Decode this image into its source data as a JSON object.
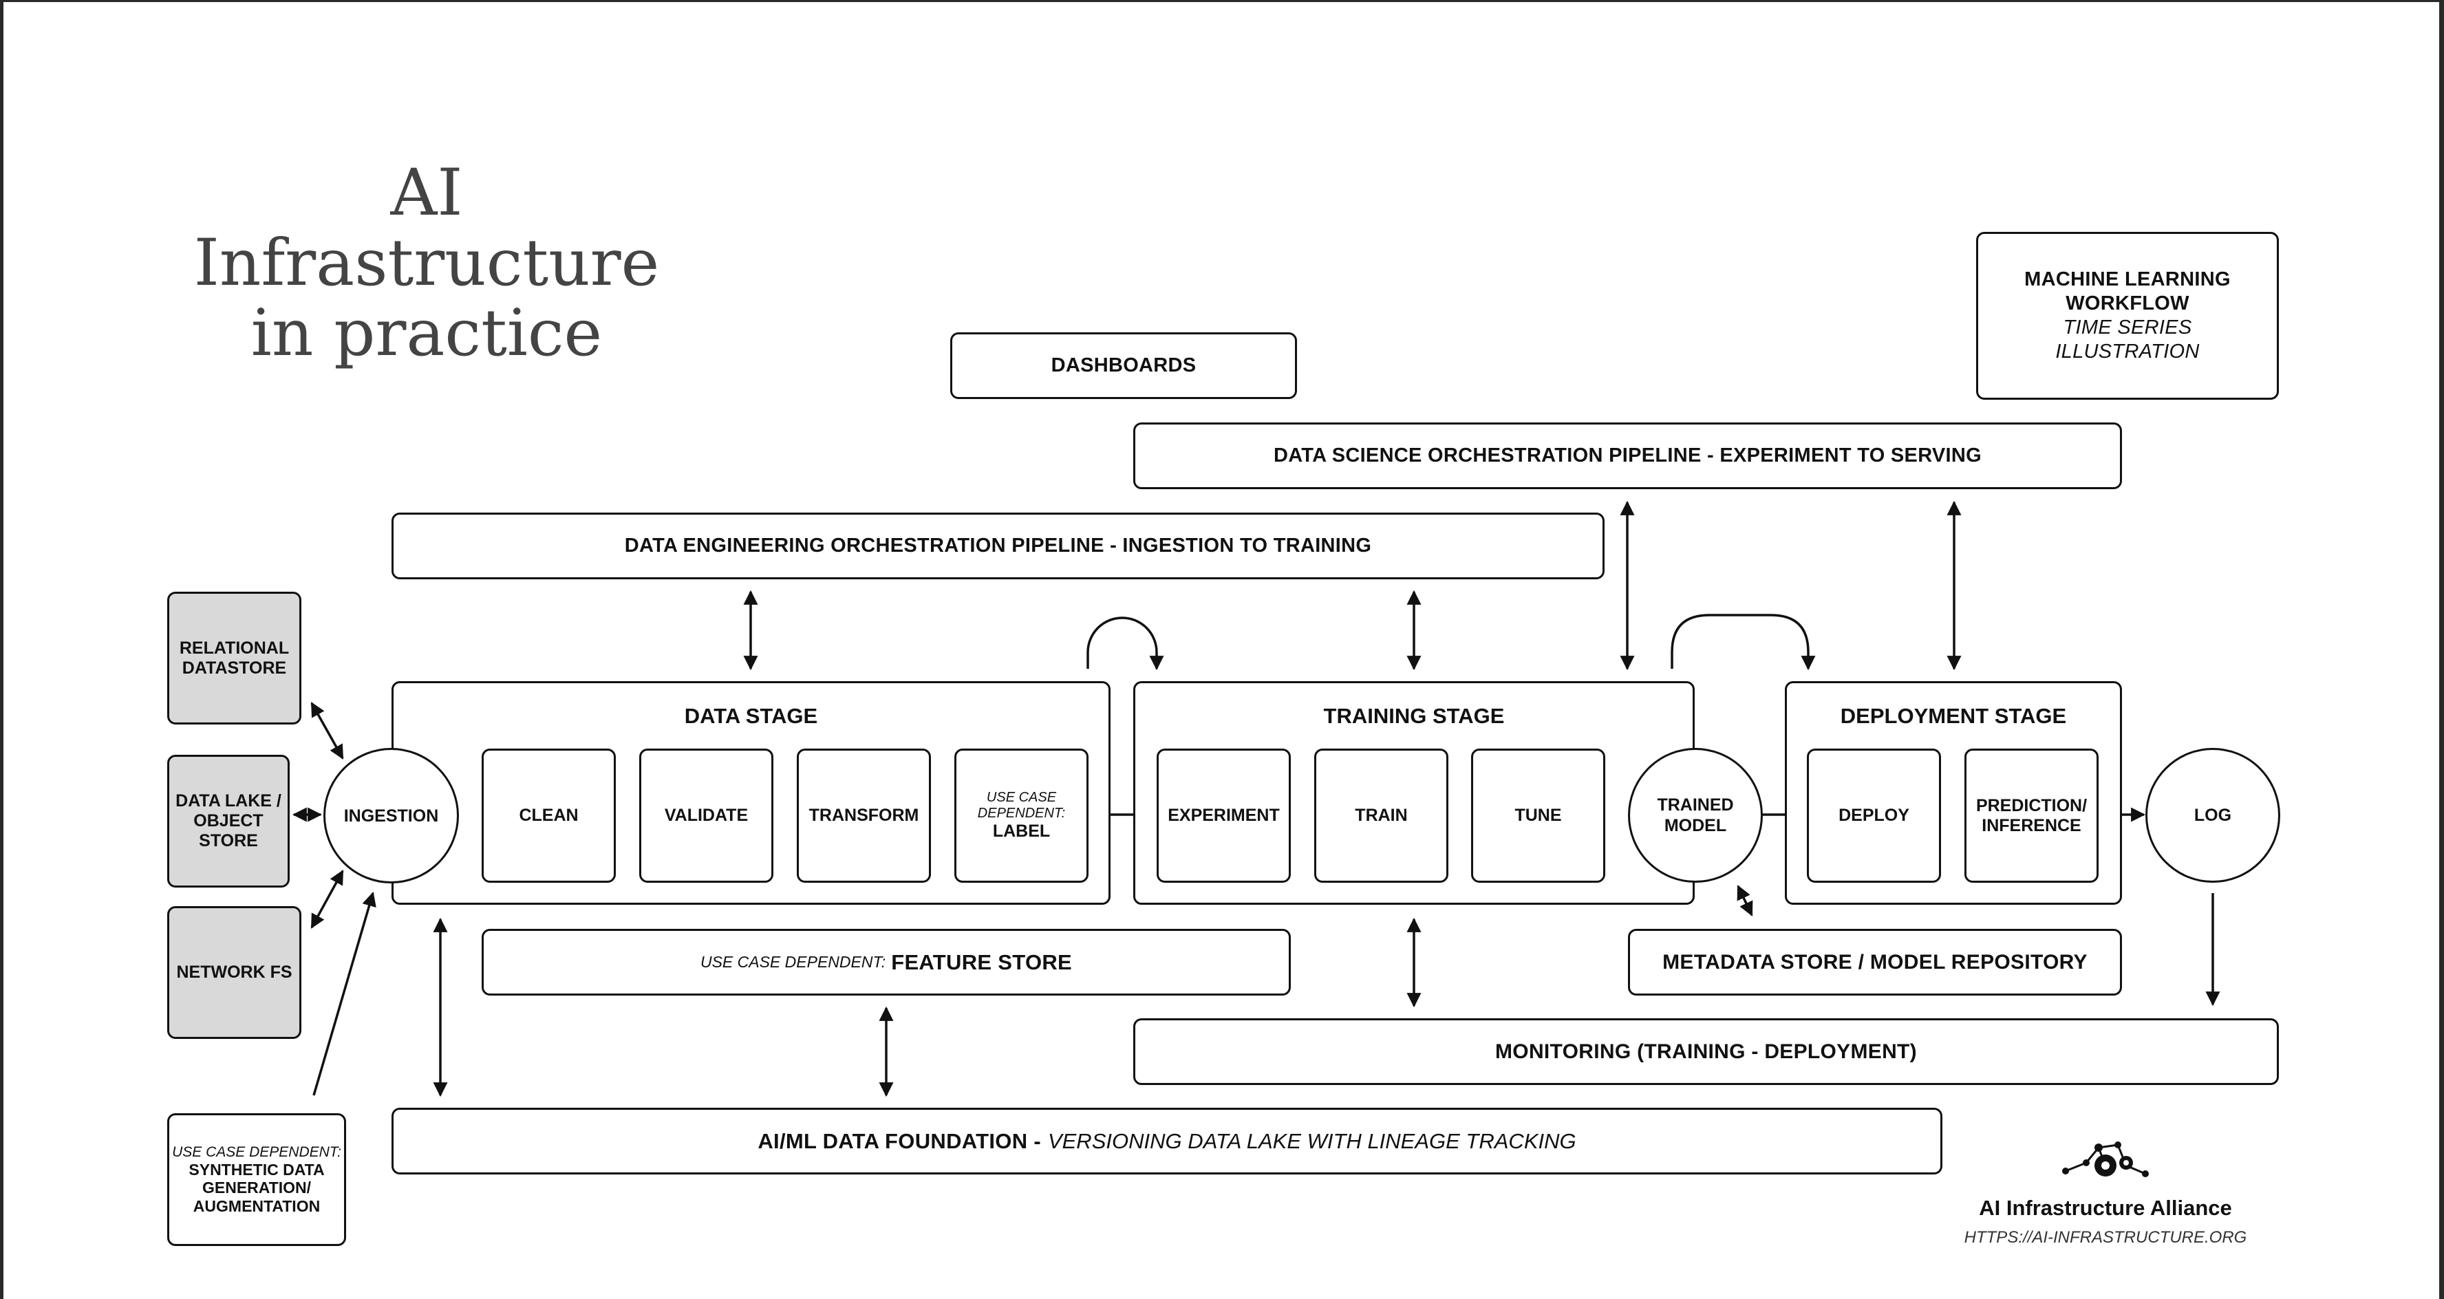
{
  "title": {
    "line1": "AI",
    "line2": "Infrastructure",
    "line3": "in practice"
  },
  "legend": {
    "line1": "MACHINE LEARNING",
    "line2": "WORKFLOW",
    "line3": "TIME SERIES",
    "line4": "ILLUSTRATION"
  },
  "pipelines": {
    "dashboards": "DASHBOARDS",
    "data_science": "DATA SCIENCE ORCHESTRATION PIPELINE - EXPERIMENT TO SERVING",
    "data_engineering": "DATA ENGINEERING ORCHESTRATION PIPELINE - INGESTION TO TRAINING"
  },
  "sources": {
    "relational": "RELATIONAL DATASTORE",
    "data_lake": "DATA LAKE / OBJECT STORE",
    "network_fs": "NETWORK FS",
    "synthetic_prefix": "USE CASE DEPENDENT:",
    "synthetic": "SYNTHETIC DATA GENERATION/ AUGMENTATION"
  },
  "stages": {
    "data": {
      "title": "DATA STAGE",
      "ingestion": "INGESTION",
      "clean": "CLEAN",
      "validate": "VALIDATE",
      "transform": "TRANSFORM",
      "label_prefix": "USE CASE DEPENDENT:",
      "label": "LABEL"
    },
    "training": {
      "title": "TRAINING STAGE",
      "experiment": "EXPERIMENT",
      "train": "TRAIN",
      "tune": "TUNE",
      "trained_model": "TRAINED MODEL"
    },
    "deployment": {
      "title": "DEPLOYMENT STAGE",
      "deploy": "DEPLOY",
      "prediction": "PREDICTION/ INFERENCE",
      "log": "LOG"
    }
  },
  "lower": {
    "feature_store_prefix": "USE CASE DEPENDENT:",
    "feature_store": "FEATURE STORE",
    "metadata": "METADATA STORE / MODEL REPOSITORY",
    "monitoring": "MONITORING (TRAINING - DEPLOYMENT)",
    "foundation": "AI/ML DATA FOUNDATION -",
    "foundation_sub": "VERSIONING DATA LAKE WITH LINEAGE TRACKING"
  },
  "logo": {
    "name": "AI Infrastructure Alliance",
    "url": "HTTPS://AI-INFRASTRUCTURE.ORG"
  }
}
